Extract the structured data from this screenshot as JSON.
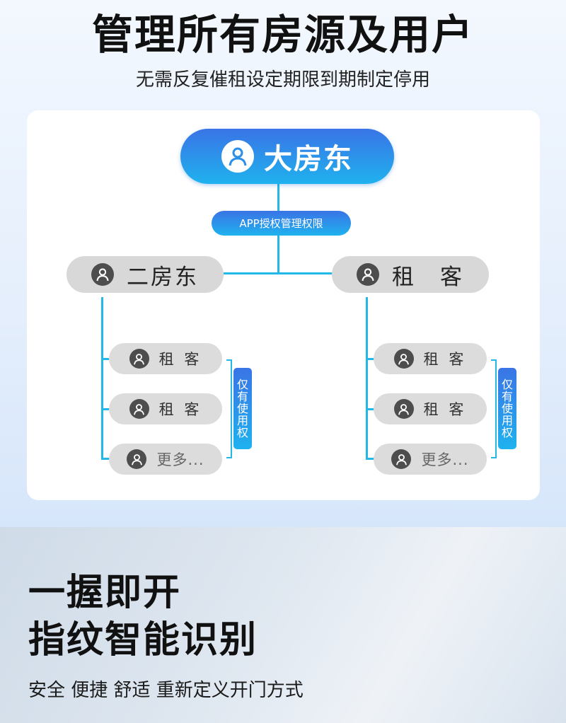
{
  "header": {
    "title": "管理所有房源及用户",
    "subtitle": "无需反复催租设定期限到期制定停用"
  },
  "diagram": {
    "root": {
      "label": "大房东",
      "icon": "user-icon"
    },
    "authorization": "APP授权管理权限",
    "branches": [
      {
        "label": "二房东",
        "icon": "user-icon",
        "children": [
          "租 客",
          "租 客",
          "更多..."
        ],
        "tag": "仅有使用权"
      },
      {
        "label": "租　客",
        "icon": "user-icon",
        "children": [
          "租 客",
          "租 客",
          "更多..."
        ],
        "tag": "仅有使用权"
      }
    ],
    "colors": {
      "accent": "#22b8e8",
      "gradient_start": "#3a74e6",
      "gradient_end": "#1fb2ee",
      "pill_gray": "#d8d8d8",
      "avatar_dark": "#4d4d4d"
    }
  },
  "feature": {
    "headline_1": "一握即开",
    "headline_2": "指纹智能识别",
    "tagline": "安全 便捷 舒适 重新定义开门方式"
  }
}
